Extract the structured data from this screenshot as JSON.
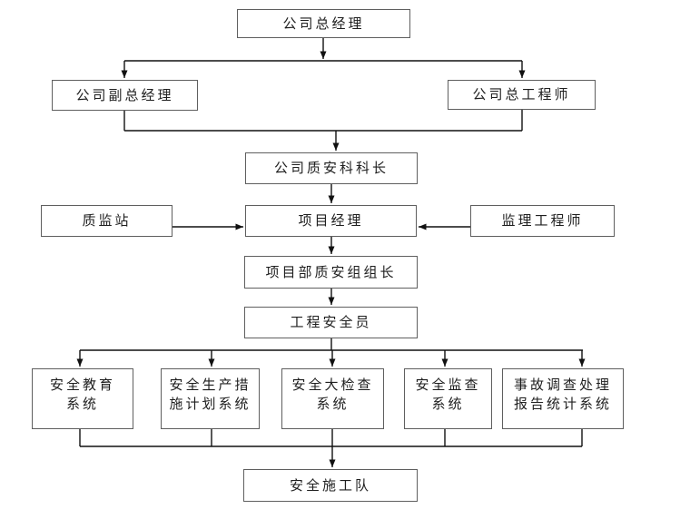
{
  "diagram": {
    "type": "org-flowchart",
    "background_color": "#ffffff",
    "line_color": "#111111",
    "box_border_color": "#5f5f5f",
    "box_fill_color": "#ffffff",
    "text_color": "#1f1f1f",
    "nodes": {
      "gm": {
        "label": "公司总经理"
      },
      "vice_gm": {
        "label": "公司副总经理"
      },
      "chief_engineer": {
        "label": "公司总工程师"
      },
      "qa_section_chief": {
        "label": "公司质安科科长"
      },
      "quality_supervision_station": {
        "label": "质监站"
      },
      "project_manager": {
        "label": "项目经理"
      },
      "supervision_engineer": {
        "label": "监理工程师"
      },
      "project_qa_group_leader": {
        "label": "项目部质安组组长"
      },
      "engineering_safety_officer": {
        "label": "工程安全员"
      },
      "sys_safety_education": {
        "label": "安全教育\n系统"
      },
      "sys_production_measures_plan": {
        "label": "安全生产措\n施计划系统"
      },
      "sys_safety_inspection": {
        "label": "安全大检查\n系统"
      },
      "sys_safety_supervision": {
        "label": "安全监查\n系统"
      },
      "sys_accident_report_stats": {
        "label": "事故调查处理\n报告统计系统"
      },
      "safety_construction_team": {
        "label": "安全施工队"
      }
    },
    "edges": [
      {
        "from": "gm",
        "to": "vice_gm"
      },
      {
        "from": "gm",
        "to": "chief_engineer"
      },
      {
        "from": "vice_gm",
        "to": "qa_section_chief"
      },
      {
        "from": "chief_engineer",
        "to": "qa_section_chief"
      },
      {
        "from": "qa_section_chief",
        "to": "project_manager"
      },
      {
        "from": "quality_supervision_station",
        "to": "project_manager"
      },
      {
        "from": "supervision_engineer",
        "to": "project_manager"
      },
      {
        "from": "project_manager",
        "to": "project_qa_group_leader"
      },
      {
        "from": "project_qa_group_leader",
        "to": "engineering_safety_officer"
      },
      {
        "from": "engineering_safety_officer",
        "to": "sys_safety_education"
      },
      {
        "from": "engineering_safety_officer",
        "to": "sys_production_measures_plan"
      },
      {
        "from": "engineering_safety_officer",
        "to": "sys_safety_inspection"
      },
      {
        "from": "engineering_safety_officer",
        "to": "sys_safety_supervision"
      },
      {
        "from": "engineering_safety_officer",
        "to": "sys_accident_report_stats"
      },
      {
        "from": "sys_safety_education",
        "to": "safety_construction_team"
      },
      {
        "from": "sys_production_measures_plan",
        "to": "safety_construction_team"
      },
      {
        "from": "sys_safety_inspection",
        "to": "safety_construction_team"
      },
      {
        "from": "sys_safety_supervision",
        "to": "safety_construction_team"
      },
      {
        "from": "sys_accident_report_stats",
        "to": "safety_construction_team"
      }
    ]
  }
}
